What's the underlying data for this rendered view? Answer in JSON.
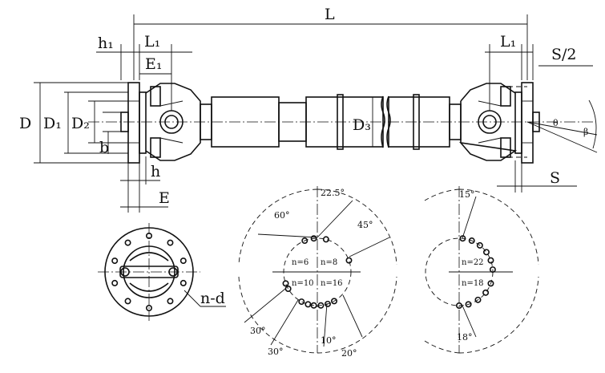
{
  "dimensions": {
    "L": "L",
    "L1_left": "L₁",
    "L1_right": "L₁",
    "h1": "h₁",
    "E1": "E₁",
    "S_half": "S/2",
    "D": "D",
    "D1": "D₁",
    "D2": "D₂",
    "D3": "D₃",
    "b": "b",
    "h": "h",
    "E": "E",
    "S": "S",
    "theta": "θ",
    "beta": "β"
  },
  "flange_view": {
    "hole_label": "n-d"
  },
  "bolt_patterns": {
    "angles": {
      "a22": "22.5°",
      "a60": "60°",
      "a45": "45°",
      "a30_upper": "30°",
      "a30_lower": "30°",
      "a10": "10°",
      "a20": "20°",
      "a15": "15°",
      "a18": "18°"
    },
    "counts": {
      "n6": "n=6",
      "n8": "n=8",
      "n10": "n=10",
      "n16": "n=16",
      "n22": "n=22",
      "n18": "n=18"
    }
  }
}
